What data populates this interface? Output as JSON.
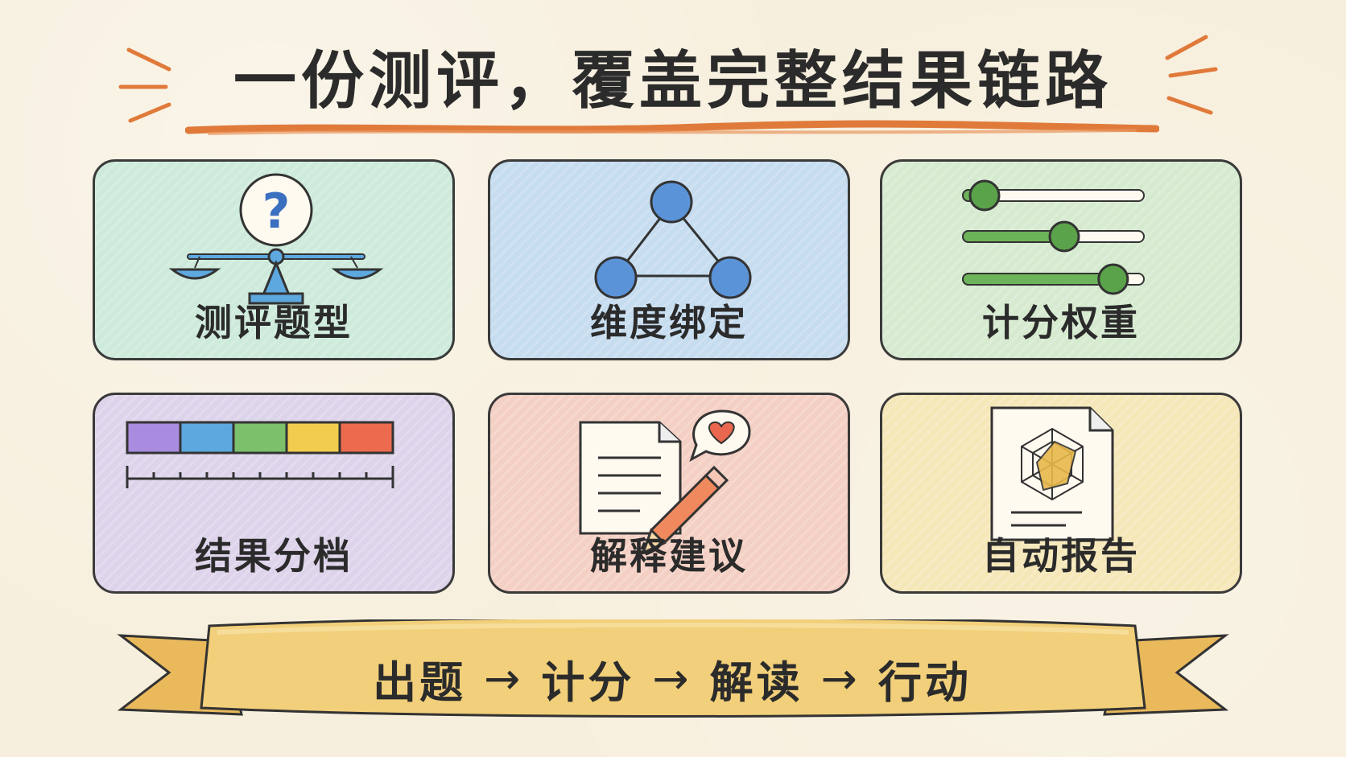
{
  "title": "一份测评，覆盖完整结果链路",
  "cards": [
    {
      "label": "测评题型",
      "icon": "question-balance-icon",
      "color": "#cdeadb"
    },
    {
      "label": "维度绑定",
      "icon": "triangle-nodes-icon",
      "color": "#c6dcef"
    },
    {
      "label": "计分权重",
      "icon": "sliders-icon",
      "color": "#d6ead0"
    },
    {
      "label": "结果分档",
      "icon": "color-scale-icon",
      "color": "#ddd3ea"
    },
    {
      "label": "解释建议",
      "icon": "document-pencil-heart-icon",
      "color": "#f4cfc3"
    },
    {
      "label": "自动报告",
      "icon": "radar-report-icon",
      "color": "#f5e7b8"
    }
  ],
  "flow": {
    "steps": [
      "出题",
      "计分",
      "解读",
      "行动"
    ],
    "arrow": "→"
  },
  "colors": {
    "accent_orange": "#e07a3a",
    "ribbon": "#f2cf7a",
    "scale": [
      "#a98be0",
      "#5ea8e0",
      "#7cc06c",
      "#f2cc4e",
      "#ec6a4e"
    ]
  },
  "slider_levels": [
    0.12,
    0.56,
    0.83
  ]
}
